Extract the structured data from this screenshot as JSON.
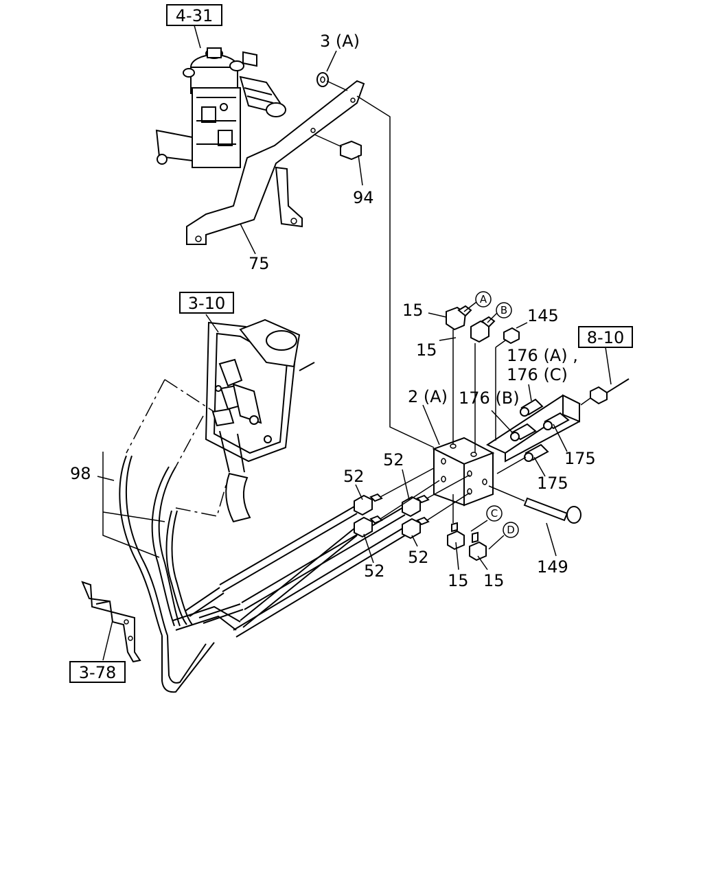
{
  "references": {
    "r431": "4-31",
    "r310": "3-10",
    "r810": "8-10",
    "r378": "3-78"
  },
  "callouts": {
    "p3a": "3 (A)",
    "p94": "94",
    "p75": "75",
    "p15_a": "15",
    "p15_b": "15",
    "p145": "145",
    "p176ac_line1": "176 (A) ,",
    "p176ac_line2": "176 (C)",
    "p2a": "2 (A)",
    "p176b": "176 (B)",
    "p175_a": "175",
    "p175_b": "175",
    "p98": "98",
    "p52_a": "52",
    "p52_b": "52",
    "p52_c": "52",
    "p52_d": "52",
    "p15_c": "15",
    "p15_d": "15",
    "p149": "149"
  },
  "circled": {
    "A": "A",
    "B": "B",
    "C": "C",
    "D": "D"
  }
}
